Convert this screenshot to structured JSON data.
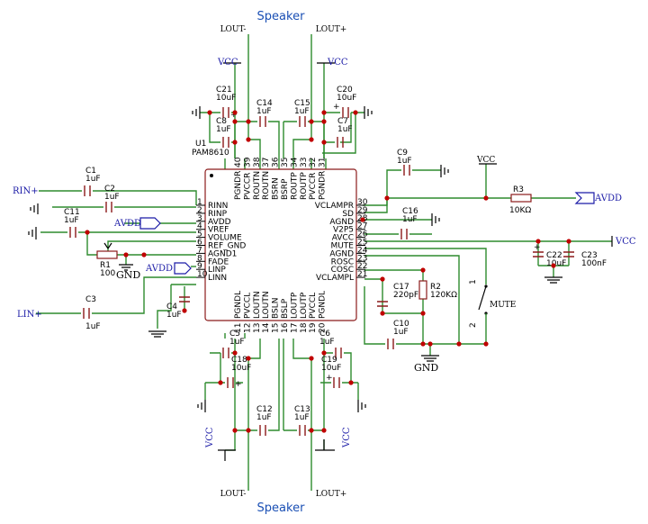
{
  "labels": {
    "speaker_top": "Speaker",
    "speaker_bottom": "Speaker",
    "lout_minus_top": "LOUT-",
    "lout_plus_top": "LOUT+",
    "lout_minus_bottom": "LOUT-",
    "lout_plus_bottom": "LOUT+",
    "rin_plus": "RIN+",
    "lin_plus": "LIN+",
    "vcc": "VCC",
    "avdd": "AVDD",
    "gnd": "GND",
    "mute_switch": "MUTE",
    "switch_pin1": "1",
    "switch_pin2": "2",
    "chip_ref": "U1",
    "chip_name": "PAM8610"
  },
  "components": {
    "C1": {
      "ref": "C1",
      "value": "1uF"
    },
    "C2": {
      "ref": "C2",
      "value": "1uF"
    },
    "C3": {
      "ref": "C3",
      "value": "1uF"
    },
    "C4": {
      "ref": "C4",
      "value": "1uF"
    },
    "C5": {
      "ref": "C5",
      "value": "1uF"
    },
    "C6": {
      "ref": "C6",
      "value": "1uF"
    },
    "C7": {
      "ref": "C7",
      "value": "1uF"
    },
    "C8": {
      "ref": "C8",
      "value": "1uF"
    },
    "C9": {
      "ref": "C9",
      "value": "1uF"
    },
    "C10": {
      "ref": "C10",
      "value": "1uF"
    },
    "C11": {
      "ref": "C11",
      "value": "1uF"
    },
    "C12": {
      "ref": "C12",
      "value": "1uF"
    },
    "C13": {
      "ref": "C13",
      "value": "1uF"
    },
    "C14": {
      "ref": "C14",
      "value": "1uF"
    },
    "C15": {
      "ref": "C15",
      "value": "1uF"
    },
    "C16": {
      "ref": "C16",
      "value": "1uF"
    },
    "C17": {
      "ref": "C17",
      "value": "220pF"
    },
    "C18": {
      "ref": "C18",
      "value": "10uF"
    },
    "C19": {
      "ref": "C19",
      "value": "10uF"
    },
    "C20": {
      "ref": "C20",
      "value": "10uF"
    },
    "C21": {
      "ref": "C21",
      "value": "10uF"
    },
    "C22": {
      "ref": "C22",
      "value": "10uF"
    },
    "C23": {
      "ref": "C23",
      "value": "100nF"
    },
    "R1": {
      "ref": "R1",
      "value": "100"
    },
    "R2": {
      "ref": "R2",
      "value": "120KΩ"
    },
    "R3": {
      "ref": "R3",
      "value": "10KΩ"
    }
  },
  "pins_left": [
    {
      "num": "1",
      "name": "RINN",
      "color": "blue"
    },
    {
      "num": "2",
      "name": "RINP",
      "color": "blue"
    },
    {
      "num": "3",
      "name": "AVDD",
      "color": "red"
    },
    {
      "num": "4",
      "name": "VREF",
      "color": "blue"
    },
    {
      "num": "5",
      "name": "VOLUME",
      "color": "blue"
    },
    {
      "num": "6",
      "name": "REF_GND",
      "color": "black"
    },
    {
      "num": "7",
      "name": "AGND1",
      "color": "black"
    },
    {
      "num": "8",
      "name": "FADE",
      "color": "blue"
    },
    {
      "num": "9",
      "name": "LINP",
      "color": "blue"
    },
    {
      "num": "10",
      "name": "LINN",
      "color": "blue"
    }
  ],
  "pins_right": [
    {
      "num": "30",
      "name": "VCLAMPR",
      "color": "blue"
    },
    {
      "num": "29",
      "name": "SD",
      "color": "blue"
    },
    {
      "num": "28",
      "name": "AGND",
      "color": "black"
    },
    {
      "num": "27",
      "name": "V2P5",
      "color": "blue"
    },
    {
      "num": "26",
      "name": "AVCC",
      "color": "red"
    },
    {
      "num": "25",
      "name": "MUTE",
      "color": "blue"
    },
    {
      "num": "24",
      "name": "AGND",
      "color": "black"
    },
    {
      "num": "23",
      "name": "ROSC",
      "color": "blue"
    },
    {
      "num": "22",
      "name": "COSC",
      "color": "blue"
    },
    {
      "num": "21",
      "name": "VCLAMPL",
      "color": "blue"
    }
  ],
  "pins_top": [
    {
      "num": "40",
      "name": "PGNDR",
      "color": "black"
    },
    {
      "num": "39",
      "name": "PVCCR",
      "color": "red"
    },
    {
      "num": "38",
      "name": "ROUTN",
      "color": "blue"
    },
    {
      "num": "37",
      "name": "ROUTN",
      "color": "blue"
    },
    {
      "num": "36",
      "name": "BSRN",
      "color": "blue"
    },
    {
      "num": "35",
      "name": "BSRP",
      "color": "blue"
    },
    {
      "num": "34",
      "name": "ROUTP",
      "color": "blue"
    },
    {
      "num": "33",
      "name": "ROUTP",
      "color": "blue"
    },
    {
      "num": "32",
      "name": "PVCCR",
      "color": "red"
    },
    {
      "num": "31",
      "name": "PGNDR",
      "color": "black"
    }
  ],
  "pins_bottom": [
    {
      "num": "11",
      "name": "PGNDL",
      "color": "black"
    },
    {
      "num": "12",
      "name": "PVCCL",
      "color": "red"
    },
    {
      "num": "13",
      "name": "LOUTN",
      "color": "blue"
    },
    {
      "num": "14",
      "name": "LOUTN",
      "color": "blue"
    },
    {
      "num": "15",
      "name": "BSLN",
      "color": "blue"
    },
    {
      "num": "16",
      "name": "BSLP",
      "color": "blue"
    },
    {
      "num": "17",
      "name": "LOUTP",
      "color": "blue"
    },
    {
      "num": "18",
      "name": "LOUTP",
      "color": "blue"
    },
    {
      "num": "19",
      "name": "PVCCL",
      "color": "red"
    },
    {
      "num": "20",
      "name": "PGNDL",
      "color": "black"
    }
  ],
  "colors": {
    "wire": "#2e8b2e",
    "component": "#8b1a1a",
    "net_label": "#1a1aa6",
    "power_pin": "#d01010",
    "junction": "#c00000"
  }
}
